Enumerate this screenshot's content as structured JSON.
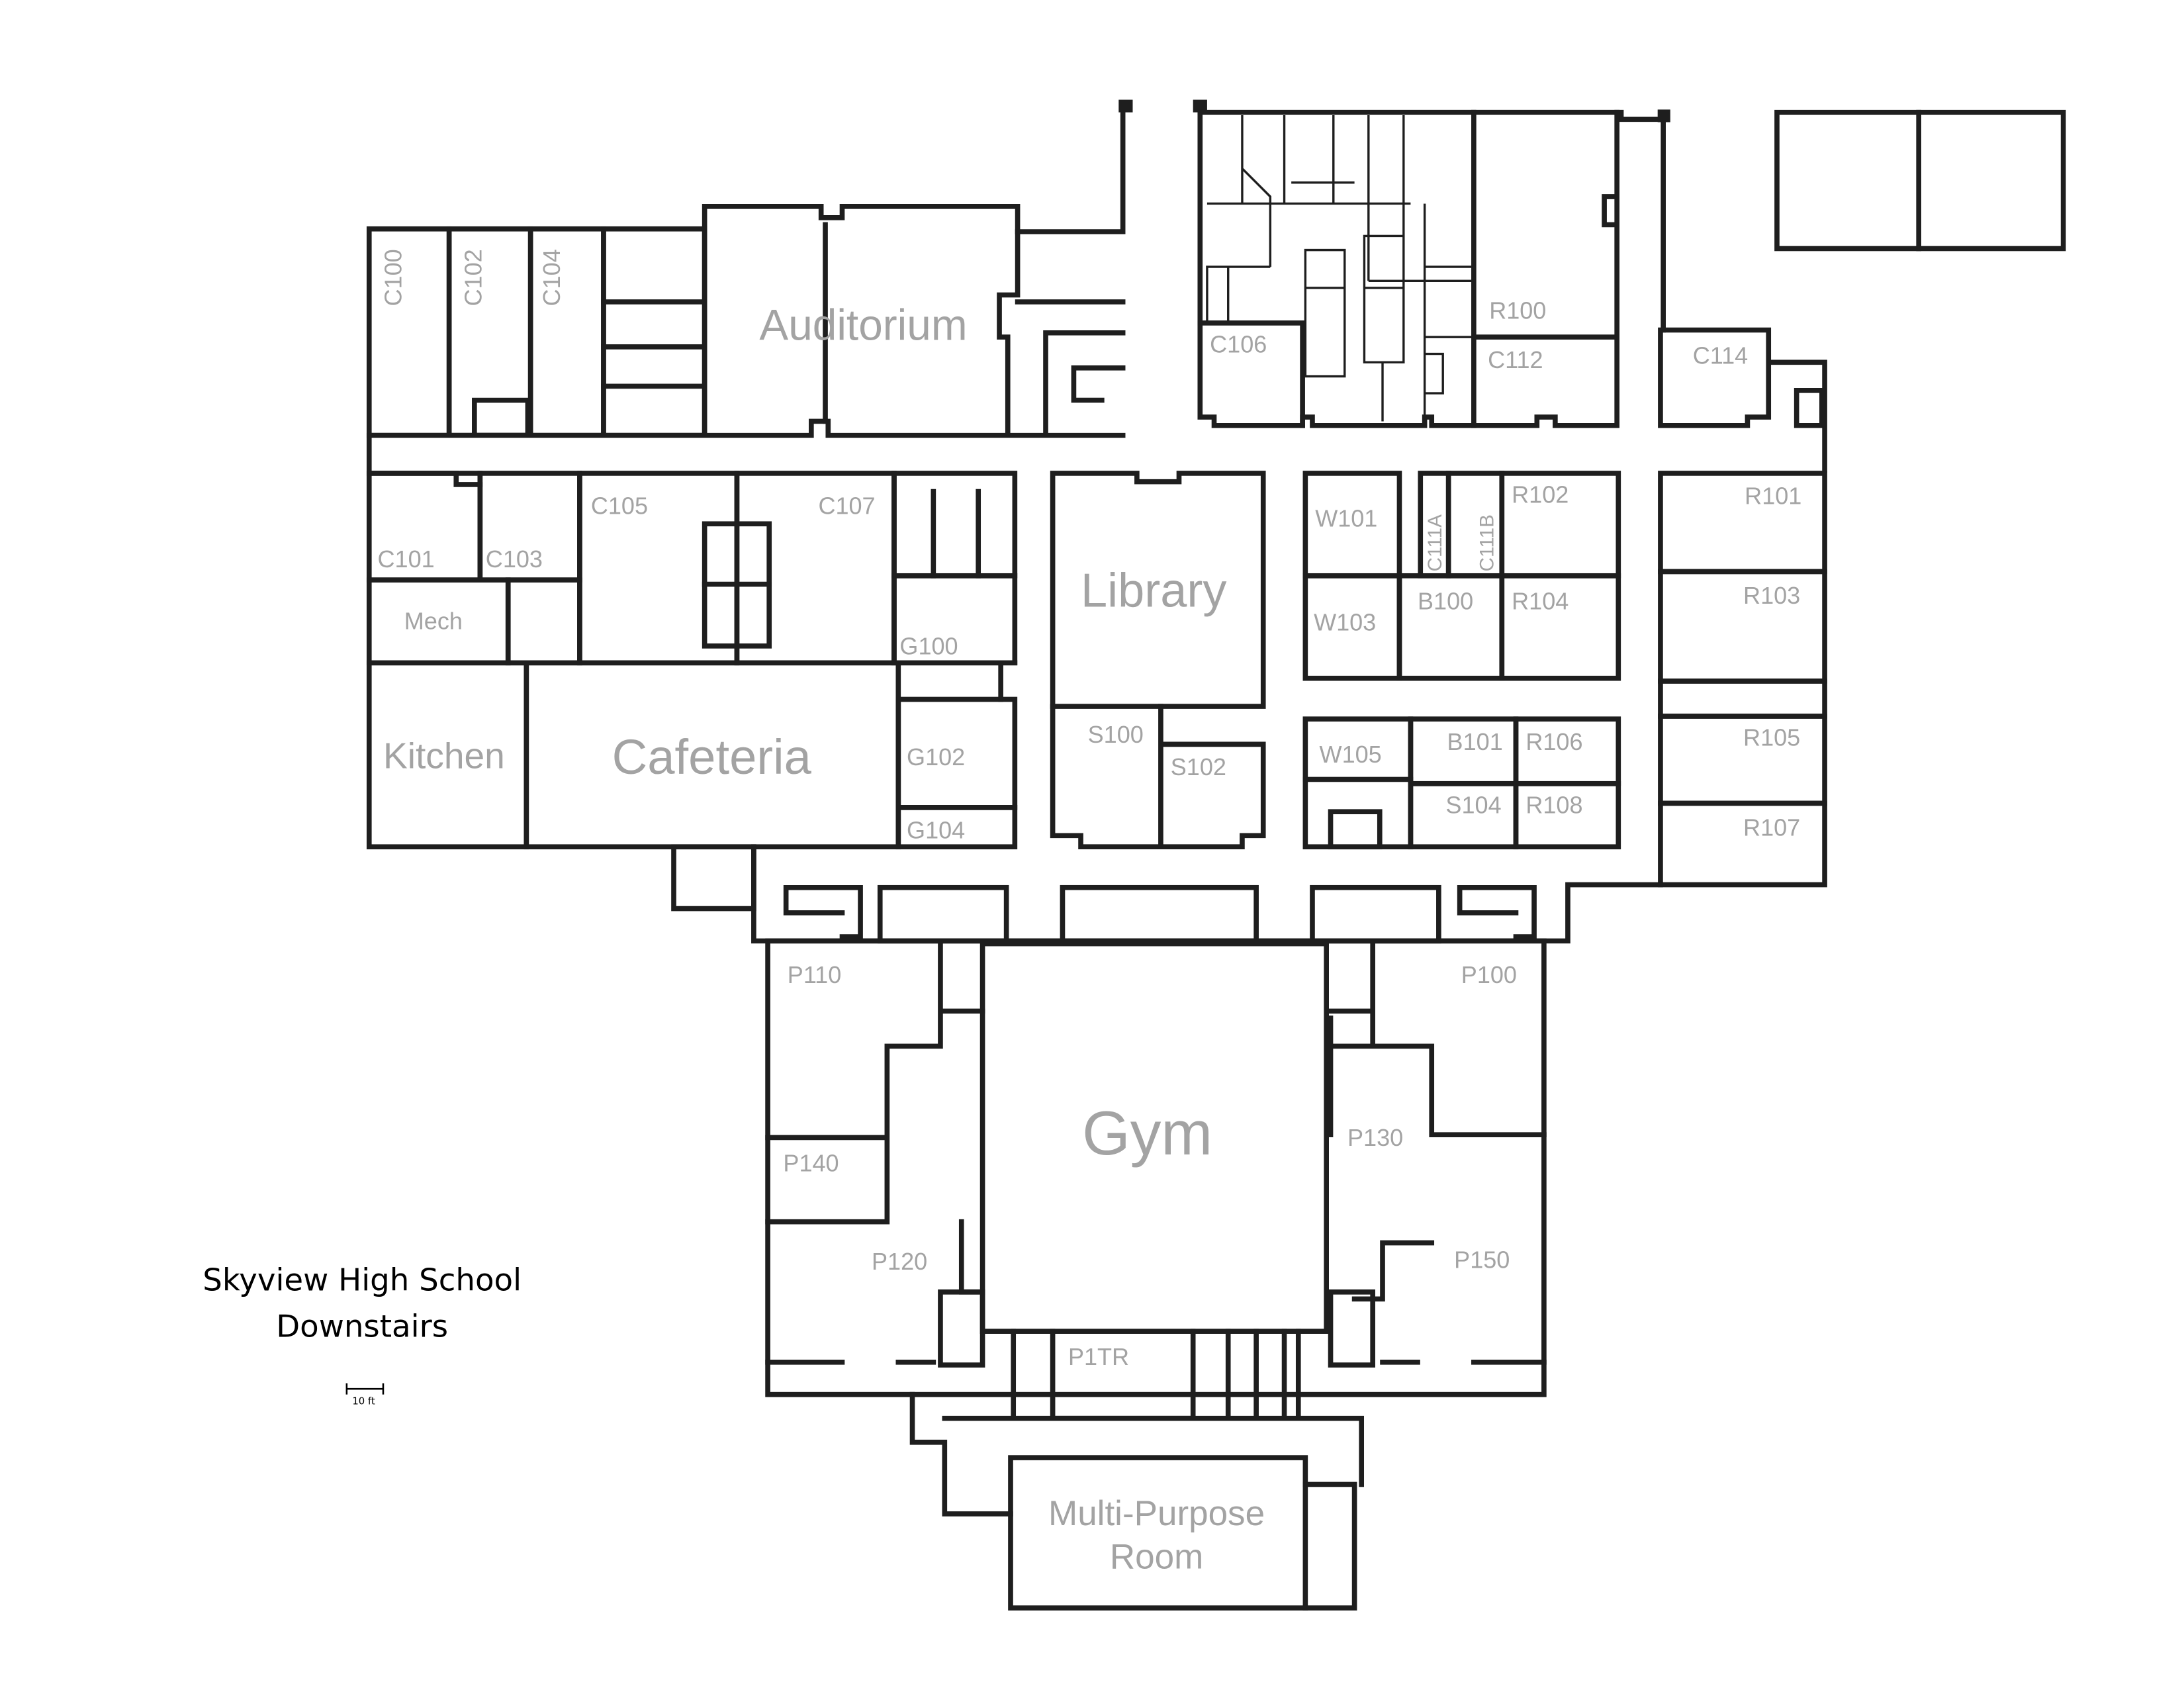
{
  "title": {
    "line1": "Skyview High School",
    "line2": "Downstairs"
  },
  "scale": {
    "label": "10 ft"
  },
  "rooms": {
    "C100": "C100",
    "C102": "C102",
    "C104": "C104",
    "Auditorium": "Auditorium",
    "C106": "C106",
    "R100": "R100",
    "C112": "C112",
    "C114": "C114",
    "C101": "C101",
    "C103": "C103",
    "C105": "C105",
    "C107": "C107",
    "Mech": "Mech",
    "G100": "G100",
    "Kitchen": "Kitchen",
    "Cafeteria": "Cafeteria",
    "G102": "G102",
    "G104": "G104",
    "Library": "Library",
    "S100": "S100",
    "S102": "S102",
    "W101": "W101",
    "C111A": "C111A",
    "C111B": "C111B",
    "R102": "R102",
    "W103": "W103",
    "B100": "B100",
    "R104": "R104",
    "W105": "W105",
    "B101": "B101",
    "R106": "R106",
    "S104": "S104",
    "R108": "R108",
    "R101": "R101",
    "R103": "R103",
    "R105": "R105",
    "R107": "R107",
    "P110": "P110",
    "P100": "P100",
    "Gym": "Gym",
    "P130": "P130",
    "P140": "P140",
    "P120": "P120",
    "P150": "P150",
    "P1TR": "P1TR",
    "MPR1": "Multi-Purpose",
    "MPR2": "Room"
  }
}
